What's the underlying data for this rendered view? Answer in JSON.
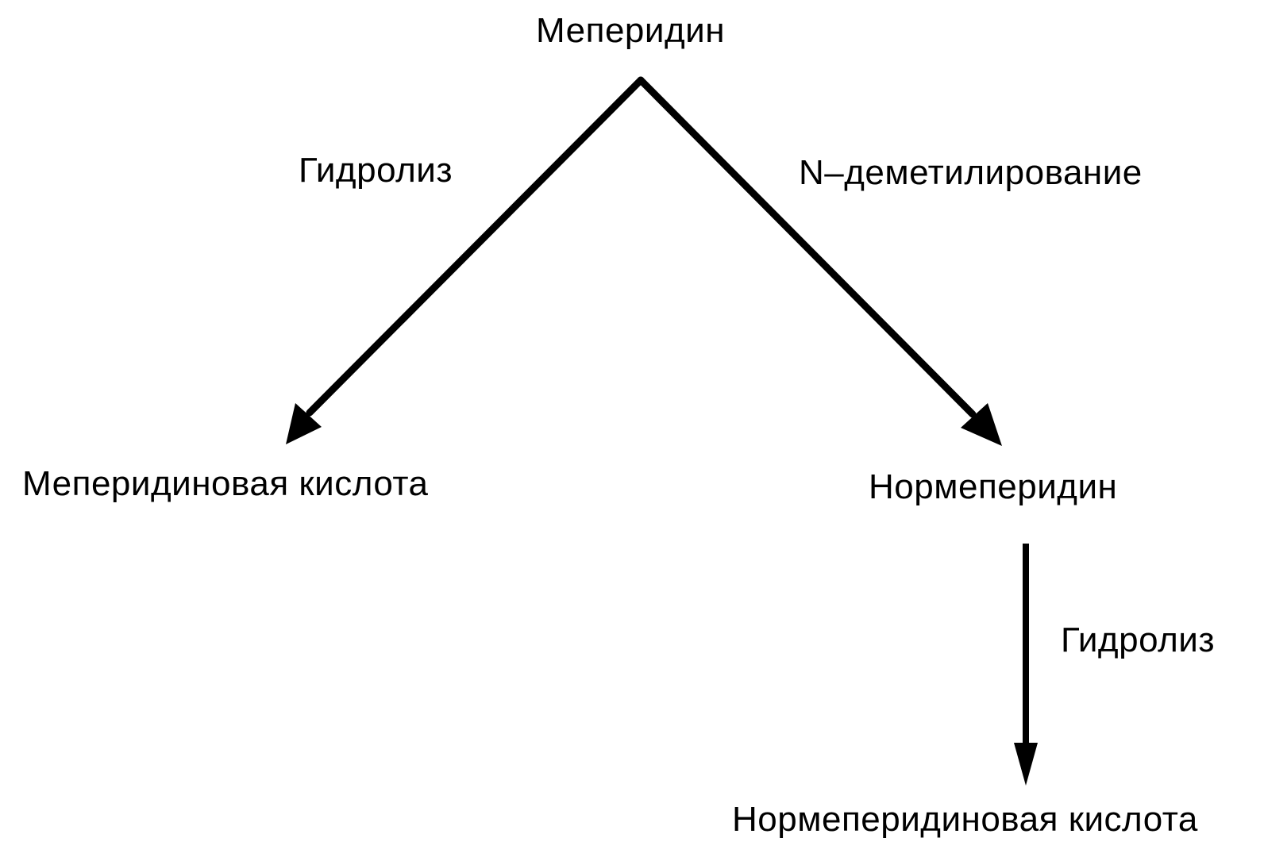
{
  "nodes": {
    "meperidine": "Меперидин",
    "meperidinic_acid": "Меперидиновая кислота",
    "normeperidine": "Нормеперидин",
    "normeperidinic_acid": "Нормеперидиновая кислота"
  },
  "edges": {
    "hydrolysis_left": "Гидролиз",
    "n_demethylation": "N–деметилирование",
    "hydrolysis_down": "Гидролиз"
  },
  "colors": {
    "ink": "#000000",
    "background": "#ffffff"
  }
}
